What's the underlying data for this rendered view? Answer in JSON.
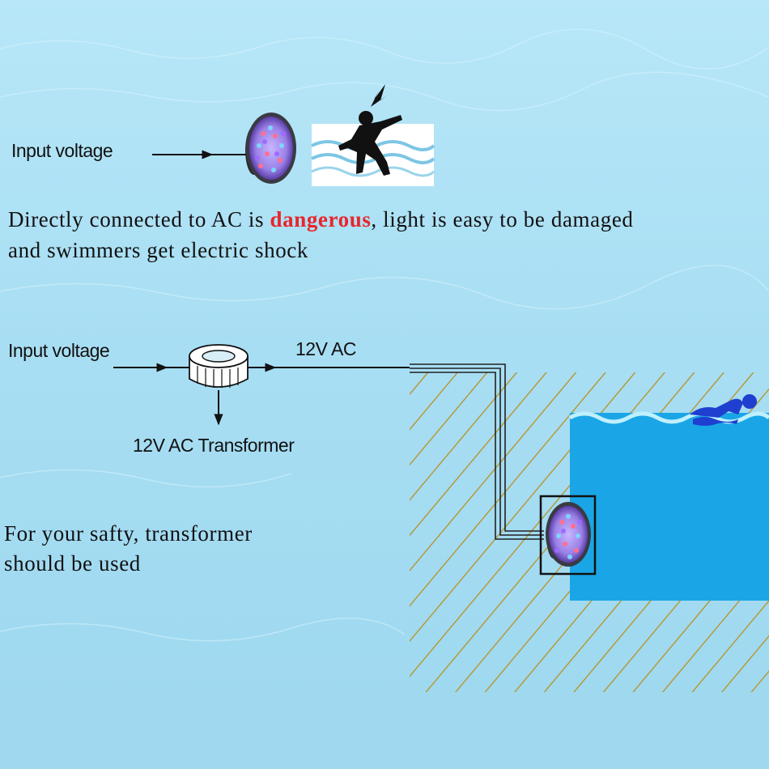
{
  "top": {
    "input_label": "Input voltage",
    "warning_before": "Directly connected to AC is ",
    "warning_highlight": "dangerous",
    "warning_after": ", light is easy to be damaged",
    "warning_line2": "and swimmers get electric shock"
  },
  "bottom": {
    "input_label": "Input voltage",
    "output_label": "12V AC",
    "transformer_label": "12V AC Transformer",
    "advice_line1": "For your safty, transformer",
    "advice_line2": "should be used"
  },
  "colors": {
    "background": "#aee3f6",
    "danger": "#e8262c",
    "pool_water": "#1aa6e6",
    "hatch": "#b59a3c",
    "swimmer": "#1e3fd0"
  },
  "icons": [
    "pool-light-icon",
    "electric-shock-icon",
    "transformer-icon",
    "swimmer-icon"
  ]
}
